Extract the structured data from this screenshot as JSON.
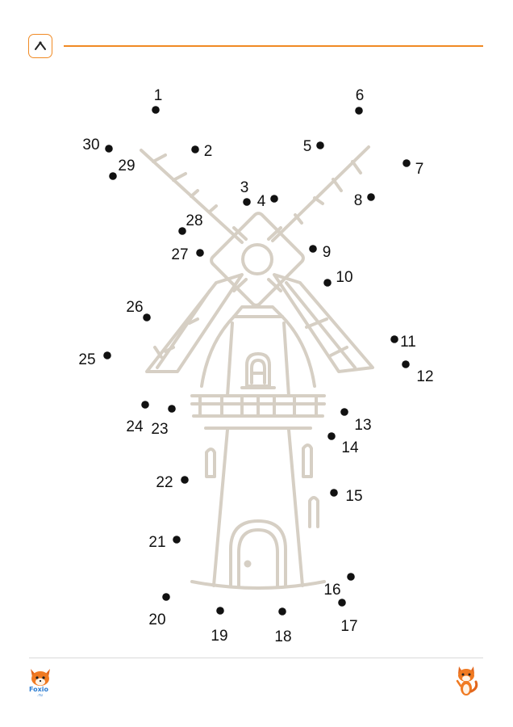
{
  "header": {
    "icon": "caret-up-icon",
    "accent_color": "#f08a24"
  },
  "illustration": {
    "subject": "windmill",
    "line_color": "#d6cfc4"
  },
  "dots": [
    {
      "n": "1"
    },
    {
      "n": "2"
    },
    {
      "n": "3"
    },
    {
      "n": "4"
    },
    {
      "n": "5"
    },
    {
      "n": "6"
    },
    {
      "n": "7"
    },
    {
      "n": "8"
    },
    {
      "n": "9"
    },
    {
      "n": "10"
    },
    {
      "n": "11"
    },
    {
      "n": "12"
    },
    {
      "n": "13"
    },
    {
      "n": "14"
    },
    {
      "n": "15"
    },
    {
      "n": "16"
    },
    {
      "n": "17"
    },
    {
      "n": "18"
    },
    {
      "n": "19"
    },
    {
      "n": "20"
    },
    {
      "n": "21"
    },
    {
      "n": "22"
    },
    {
      "n": "23"
    },
    {
      "n": "24"
    },
    {
      "n": "25"
    },
    {
      "n": "26"
    },
    {
      "n": "27"
    },
    {
      "n": "28"
    },
    {
      "n": "29"
    },
    {
      "n": "30"
    }
  ],
  "footer": {
    "brand": "Foxio",
    "brand_sub": ".ru",
    "left_icon": "fox-logo-icon",
    "right_icon": "fox-mascot-icon",
    "brand_color": "#2a7bd1"
  }
}
